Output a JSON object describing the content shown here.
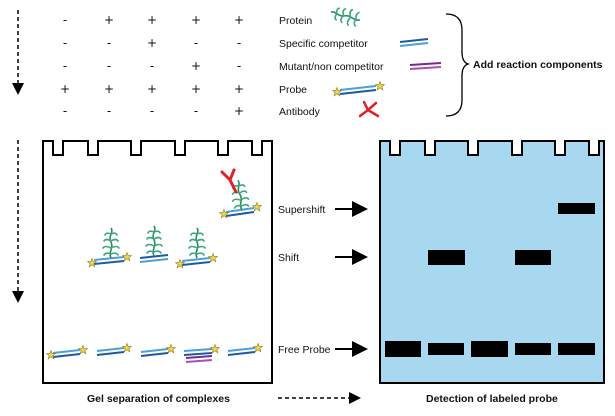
{
  "grid": {
    "rows": [
      {
        "signs": [
          "-",
          "+",
          "+",
          "+",
          "+"
        ]
      },
      {
        "signs": [
          "-",
          "-",
          "+",
          "-",
          "-"
        ]
      },
      {
        "signs": [
          "-",
          "-",
          "-",
          "+",
          "-"
        ]
      },
      {
        "signs": [
          "+",
          "+",
          "+",
          "+",
          "+"
        ]
      },
      {
        "signs": [
          "-",
          "-",
          "-",
          "-",
          "+"
        ]
      }
    ]
  },
  "components": {
    "protein": "Protein",
    "specific_competitor": "Specific competitor",
    "mutant_competitor": "Mutant/non competitor",
    "probe": "Probe",
    "antibody": "Antibody",
    "bracket_label": "Add reaction components"
  },
  "gel": {
    "labels": {
      "supershift": "Supershift",
      "shift": "Shift",
      "free_probe": "Free Probe"
    },
    "caption_left": "Gel separation of complexes",
    "caption_right": "Detection of labeled probe"
  },
  "colors": {
    "protein": "#3aa87a",
    "specific_competitor": "#1f5a9c",
    "mutant_competitor": "#7a2a8c",
    "probe": "#4aa0d8",
    "antibody": "#e0202a",
    "star": "#f4d84a",
    "gel_fill": "#a8d8f0",
    "band": "#000000"
  }
}
